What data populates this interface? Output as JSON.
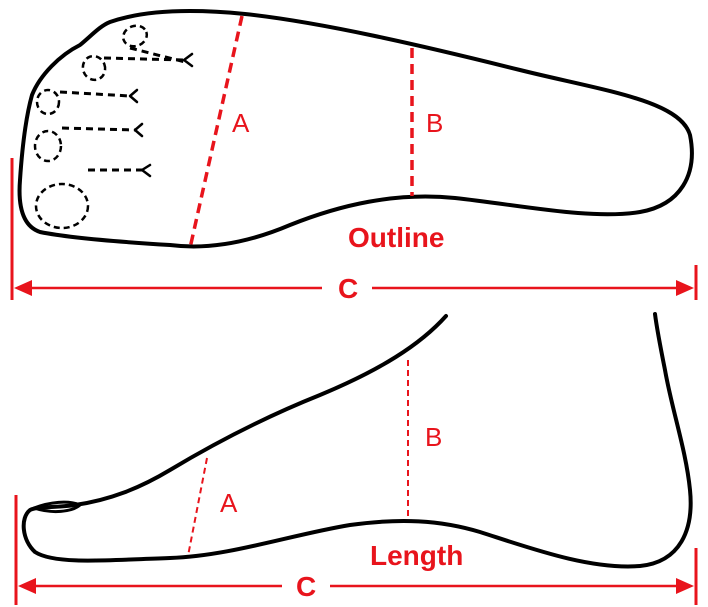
{
  "top_view": {
    "label_a": "A",
    "label_b": "B",
    "label_c": "C",
    "title": "Outline"
  },
  "side_view": {
    "label_a": "A",
    "label_b": "B",
    "label_c": "C",
    "title": "Length"
  },
  "colors": {
    "measure": "#e8141c",
    "outline": "#000000",
    "background": "#ffffff"
  }
}
